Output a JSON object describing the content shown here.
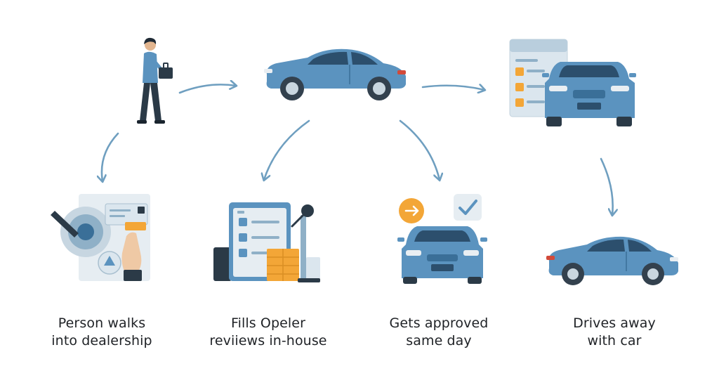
{
  "colors": {
    "car_body": "#5b93bf",
    "car_dark": "#3a6f98",
    "car_window": "#2c4f6d",
    "tire": "#33414e",
    "rim": "#c9d6df",
    "arrow": "#6f9fc0",
    "accent_orange": "#f3a637",
    "panel": "#dbe6ee",
    "text": "#1f2226"
  },
  "steps": [
    {
      "label_line1": "Person walks",
      "label_line2": "into dealership",
      "icon": "dealership-terminal-icon"
    },
    {
      "label_line1": "Fills Opeler",
      "label_line2": "reviiews in-house",
      "icon": "application-form-icon"
    },
    {
      "label_line1": "Gets approved",
      "label_line2": "same day",
      "icon": "approved-car-icon"
    },
    {
      "label_line1": "Drives away",
      "label_line2": "with car",
      "icon": "side-car-icon"
    }
  ],
  "top_row": [
    {
      "icon": "walking-person-icon"
    },
    {
      "icon": "sedan-side-icon"
    },
    {
      "icon": "document-with-car-icon"
    }
  ]
}
